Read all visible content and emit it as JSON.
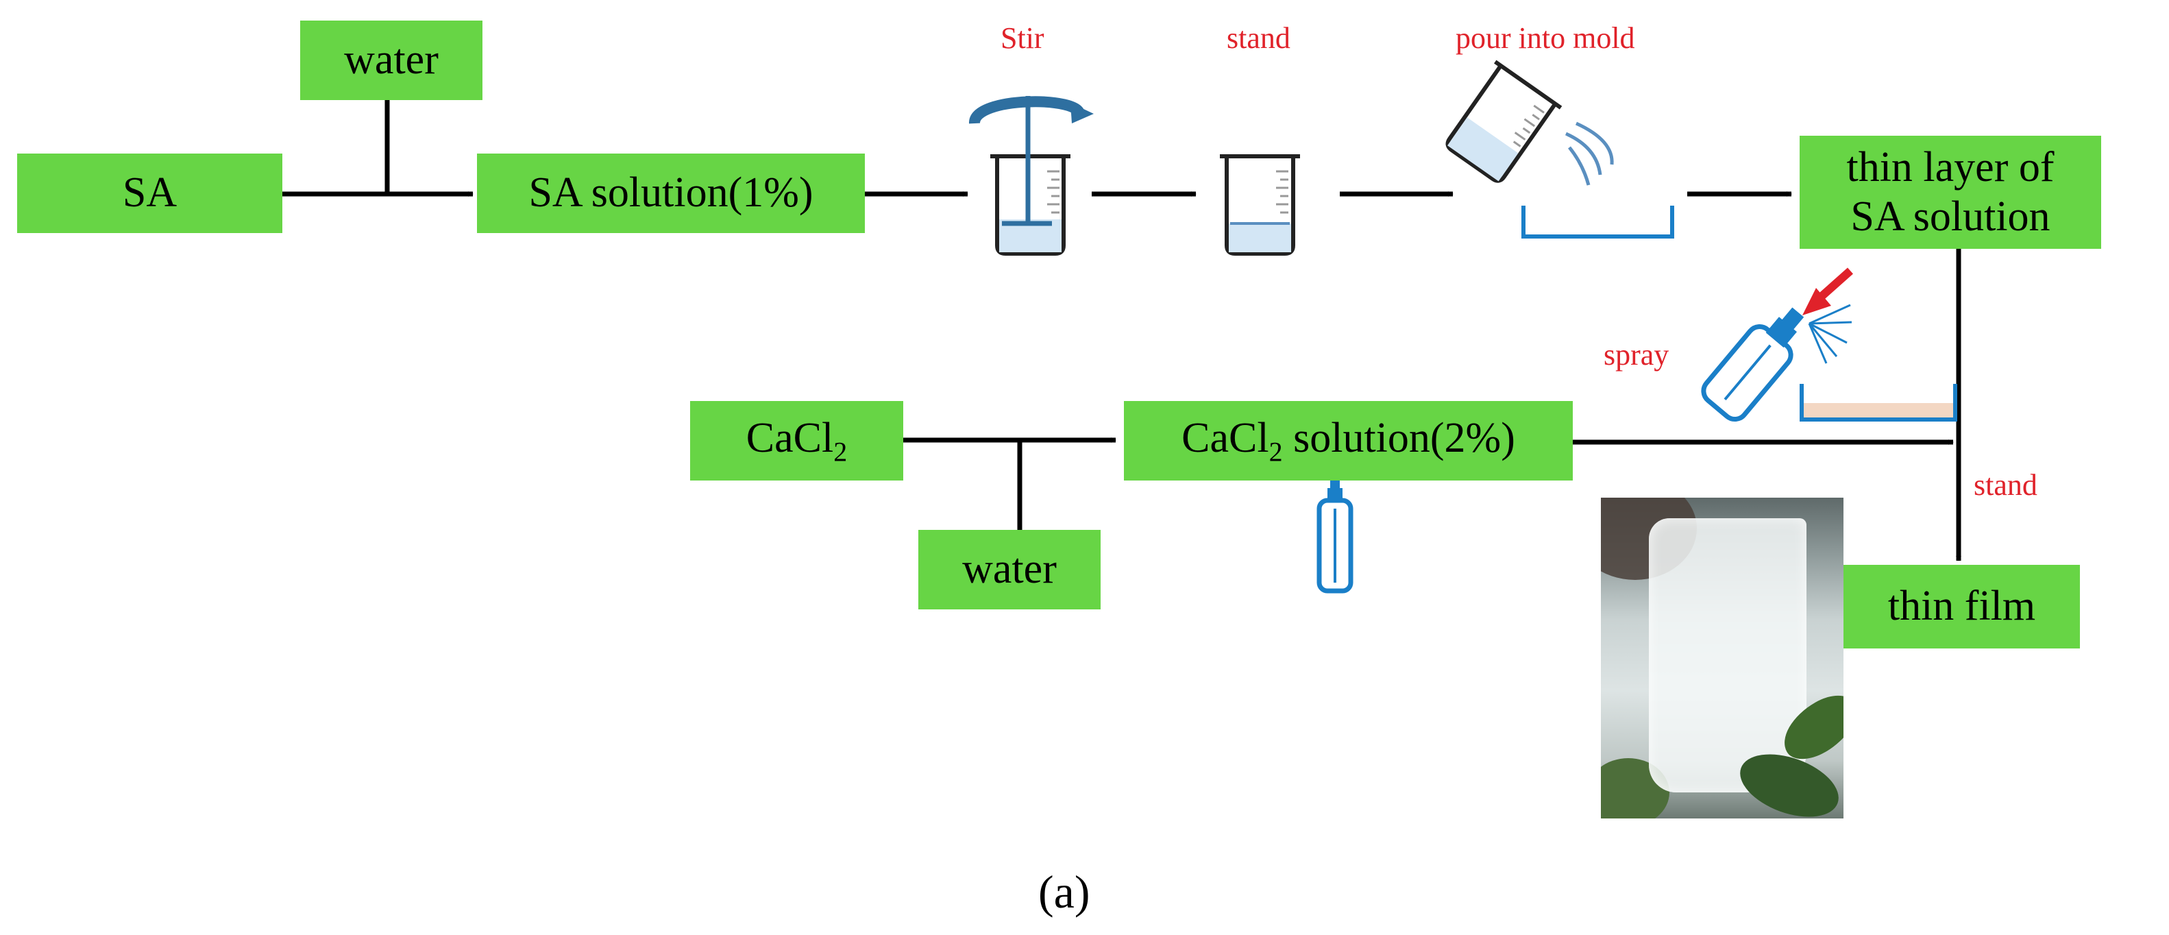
{
  "colors": {
    "box_fill": "#67d545",
    "arrow": "#000000",
    "label_red": "#e0222a",
    "apparatus_blue": "#1a7fc8",
    "stir_blue": "#2e6fa0",
    "liquid": "#d3e6f5",
    "film_layer": "#f3d7c3"
  },
  "boxes": {
    "sa": "SA",
    "water_top": "water",
    "sa_solution": "SA solution(1%)",
    "thin_layer_line1": "thin layer of",
    "thin_layer_line2": "SA solution",
    "cacl2_base": "CaCl",
    "cacl2_sub": "2",
    "cacl2_solution_base": "CaCl",
    "cacl2_solution_sub": "2",
    "cacl2_solution_rest": " solution(2%)",
    "water_bottom": "water",
    "thin_film": "thin film"
  },
  "labels": {
    "stir": "Stir",
    "stand_top": "stand",
    "pour": "pour into mold",
    "spray": "spray",
    "stand_side": "stand"
  },
  "icons": {
    "stir_beaker": "beaker-with-stirrer-icon",
    "stand_beaker": "beaker-icon",
    "pour_beaker": "pouring-beaker-icon",
    "mold": "mold-tray-icon",
    "spray_bottle_spraying": "spray-bottle-icon",
    "spray_bottle_small": "spray-bottle-icon",
    "photo": "thin-film-photo"
  },
  "caption": "(a)"
}
